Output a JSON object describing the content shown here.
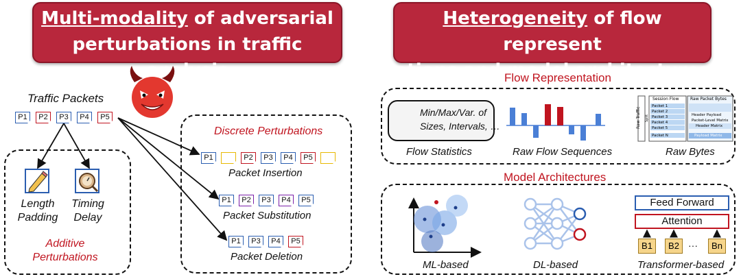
{
  "left_banner": {
    "underlined": "Multi-modality",
    "rest_line1": " of adversarial",
    "line2": "perturbations in traffic analysis"
  },
  "right_banner": {
    "underlined": "Heterogeneity",
    "rest_line1": " of flow represent",
    "line2": "ations and model architectures"
  },
  "traffic_packets": "Traffic Packets",
  "packets": [
    "P1",
    "P2",
    "P3",
    "P4",
    "P5"
  ],
  "additive": {
    "length_padding_1": "Length",
    "length_padding_2": "Padding",
    "timing_delay_1": "Timing",
    "timing_delay_2": "Delay",
    "title_1": "Additive",
    "title_2": "Perturbations"
  },
  "discrete": {
    "title": "Discrete Perturbations",
    "insertion": "Packet Insertion",
    "substitution": "Packet Substitution",
    "deletion": "Packet Deletion"
  },
  "flow_rep": {
    "title": "Flow Representation",
    "stats_1": "Min/Max/Var. of",
    "stats_2": "Sizes, Intervals, …",
    "flow_statistics": "Flow Statistics",
    "raw_flow_sequences": "Raw Flow Sequences",
    "raw_bytes": "Raw Bytes",
    "session_flow": "Session Flow",
    "packet_rows": [
      "Packet 1",
      "Packet 2",
      "Packet 3",
      "Packet 4",
      "Packet 5",
      "Packet N"
    ],
    "raw_traffic": "Raw Traffic",
    "split": "Split",
    "raw_packet_bytes": "Raw Packet Bytes",
    "header": "Header",
    "payload": "Payload",
    "packet_level_matrix": "Packet-Level Matrix",
    "header_matrix": "Header Matrix",
    "payload_matrix": "Payload Matrix"
  },
  "model_arch": {
    "title": "Model Architectures",
    "ml": "ML-based",
    "dl": "DL-based",
    "transformer": "Transformer-based",
    "feed_forward": "Feed Forward",
    "attention": "Attention",
    "b1": "B1",
    "b2": "B2",
    "bn": "Bn",
    "ellipsis": "···"
  },
  "colors": {
    "banner": "#b8273c",
    "accent_red": "#c0141f",
    "packet_blue": "#2a5db0",
    "bar_blue": "#4a7fd6",
    "bar_red": "#c0141f"
  }
}
